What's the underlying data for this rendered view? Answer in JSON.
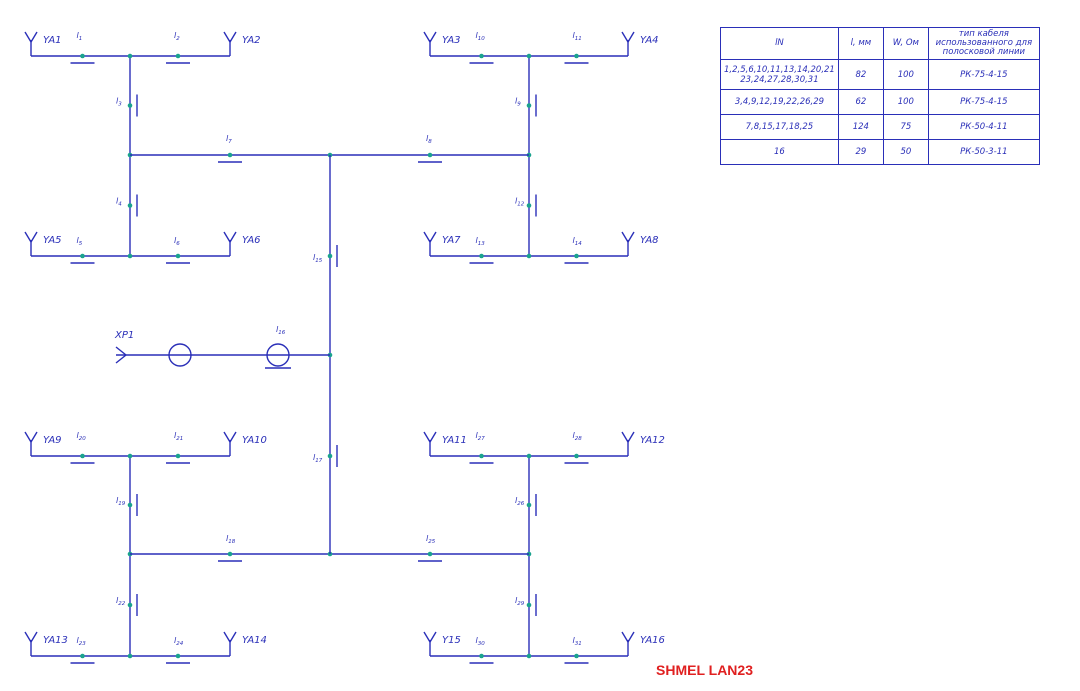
{
  "antennas": [
    "YA1",
    "YA2",
    "YA3",
    "YA4",
    "YA5",
    "YA6",
    "YA7",
    "YA8",
    "YA9",
    "YA10",
    "YA11",
    "YA12",
    "YA13",
    "YA14",
    "Y15",
    "YA16"
  ],
  "connector": "XP1",
  "l_prefix": "l",
  "l_indices": [
    "1",
    "2",
    "3",
    "4",
    "5",
    "6",
    "7",
    "8",
    "9",
    "10",
    "11",
    "12",
    "13",
    "14",
    "15",
    "16",
    "17",
    "18",
    "19",
    "20",
    "21",
    "22",
    "23",
    "24",
    "25",
    "26",
    "27",
    "28",
    "29",
    "30",
    "31"
  ],
  "table": {
    "headers": [
      "lN",
      "l, мм",
      "W, Ом",
      "тип кабеля использованного для полосковой линии"
    ],
    "rows": [
      [
        "1,2,5,6,10,11,13,14,20,21 23,24,27,28,30,31",
        "82",
        "100",
        "РК-75-4-15"
      ],
      [
        "3,4,9,12,19,22,26,29",
        "62",
        "100",
        "РК-75-4-15"
      ],
      [
        "7,8,15,17,18,25",
        "124",
        "75",
        "РК-50-4-11"
      ],
      [
        "16",
        "29",
        "50",
        "РК-50-3-11"
      ]
    ]
  },
  "watermark": "SHMEL LAN23",
  "colors": {
    "line": "#2a2fb8",
    "node": "#1aa38e",
    "watermark": "#e02020"
  }
}
